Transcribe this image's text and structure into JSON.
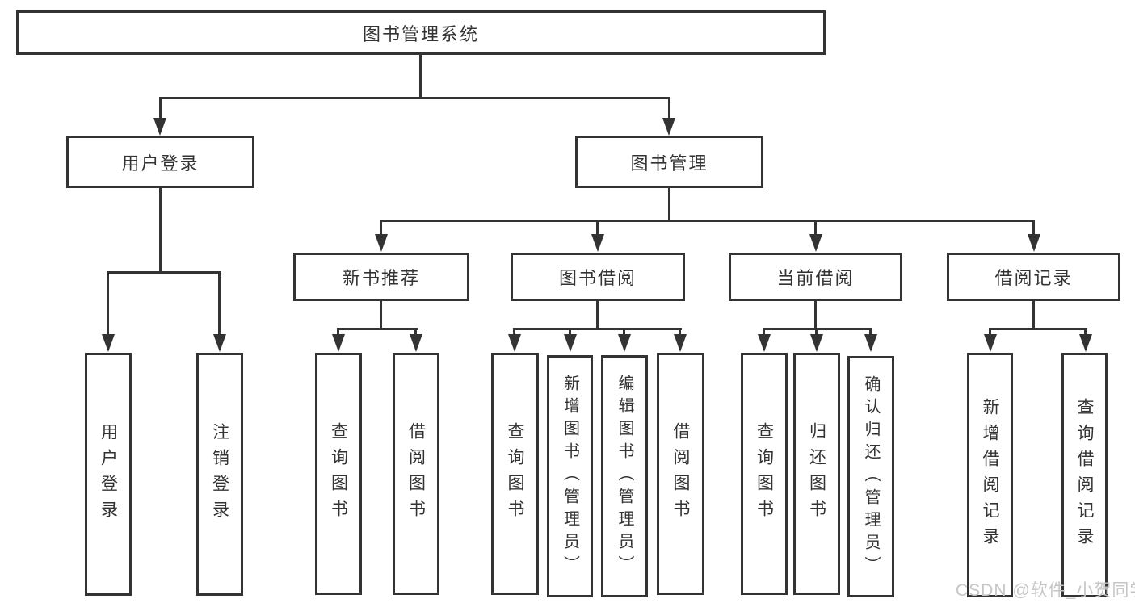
{
  "tree": {
    "root": {
      "label": "图书管理系统"
    },
    "branches": [
      {
        "label": "用户登录",
        "children": [
          {
            "label": "用户登录"
          },
          {
            "label": "注销登录"
          }
        ]
      },
      {
        "label": "图书管理",
        "children": [
          {
            "label": "新书推荐",
            "children": [
              {
                "label": "查询图书"
              },
              {
                "label": "借阅图书"
              }
            ]
          },
          {
            "label": "图书借阅",
            "children": [
              {
                "label": "查询图书"
              },
              {
                "label": "新增图书（管理员）"
              },
              {
                "label": "编辑图书（管理员）"
              },
              {
                "label": "借阅图书"
              }
            ]
          },
          {
            "label": "当前借阅",
            "children": [
              {
                "label": "查询图书"
              },
              {
                "label": "归还图书"
              },
              {
                "label": "确认归还（管理员）"
              }
            ]
          },
          {
            "label": "借阅记录",
            "children": [
              {
                "label": "新增借阅记录"
              },
              {
                "label": "查询借阅记录"
              }
            ]
          }
        ]
      }
    ]
  },
  "watermark": {
    "text": "CSDN @软件_小贺同学"
  },
  "colors": {
    "line": "#333333",
    "text": "#333333",
    "box_bg": "#ffffff",
    "background": "#ffffff",
    "watermark": "#c6c6c6"
  }
}
